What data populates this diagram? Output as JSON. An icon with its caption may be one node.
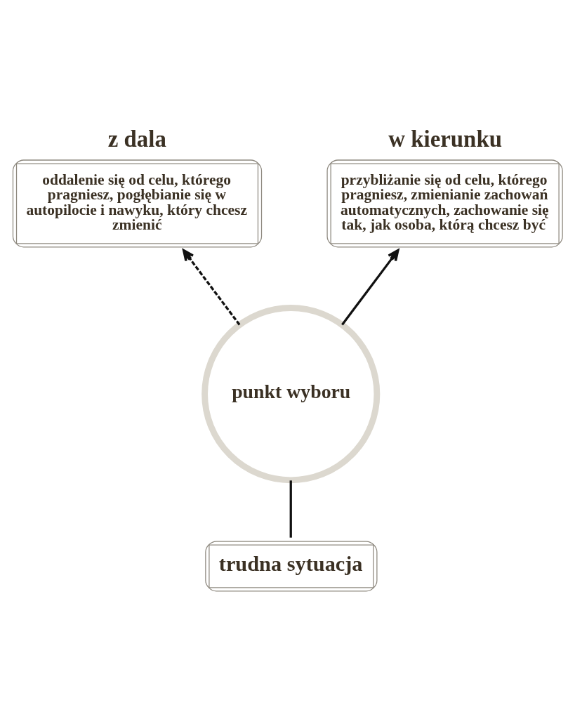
{
  "diagram": {
    "nodes": [
      {
        "text": [
          "z dala",
          "oddalenie się od celu, którego pragniesz, pogłębianie się w autopilocie i nawyku, który chcesz zmienić"
        ]
      },
      {
        "text": [
          "w kierunku",
          "przybliżanie się od celu, którego pragniesz, zmienianie zachowań automatycznych, zachowanie się tak, jak osoba, którą chcesz być"
        ]
      },
      {
        "text": [
          "punkt wyboru"
        ]
      },
      {
        "text": [
          "trudna sytuacja"
        ]
      }
    ],
    "edges": [
      {
        "from": 3,
        "to": 2,
        "arrow": "none"
      },
      {
        "from": 2,
        "to": 0,
        "arrow": "to",
        "style": "dashed"
      },
      {
        "from": 2,
        "to": 1,
        "arrow": "to"
      }
    ]
  }
}
